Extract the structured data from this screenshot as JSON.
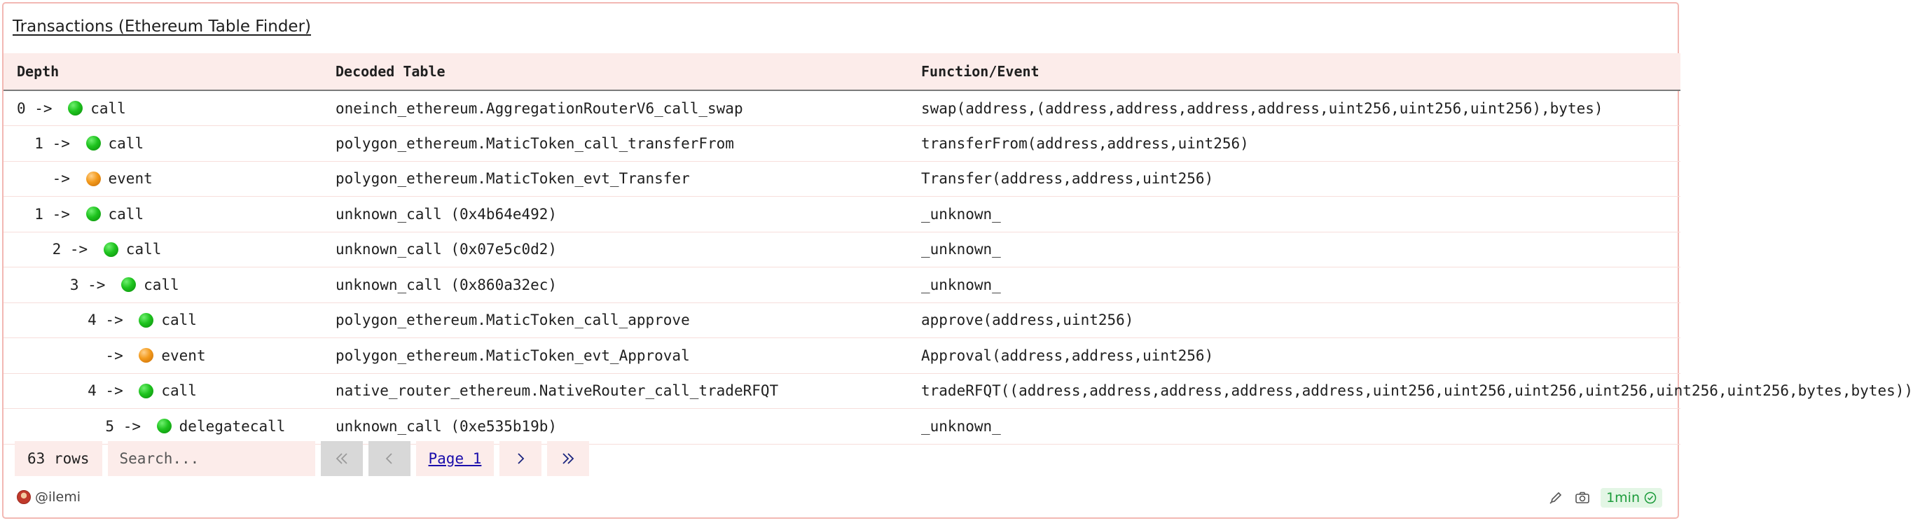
{
  "title": "Transactions (Ethereum Table Finder)",
  "table": {
    "headers": [
      "Depth",
      "Decoded Table",
      "Function/Event"
    ],
    "rows": [
      {
        "prefix": "0 -> ",
        "dot": "green",
        "kind": "call",
        "table": "oneinch_ethereum.AggregationRouterV6_call_swap",
        "fn": "swap(address,(address,address,address,address,uint256,uint256,uint256),bytes)"
      },
      {
        "prefix": "  1 -> ",
        "dot": "green",
        "kind": "call",
        "table": "polygon_ethereum.MaticToken_call_transferFrom",
        "fn": "transferFrom(address,address,uint256)"
      },
      {
        "prefix": "    -> ",
        "dot": "orange",
        "kind": "event",
        "table": "polygon_ethereum.MaticToken_evt_Transfer",
        "fn": "Transfer(address,address,uint256)"
      },
      {
        "prefix": "  1 -> ",
        "dot": "green",
        "kind": "call",
        "table": "unknown_call (0x4b64e492)",
        "fn": "_unknown_"
      },
      {
        "prefix": "    2 -> ",
        "dot": "green",
        "kind": "call",
        "table": "unknown_call (0x07e5c0d2)",
        "fn": "_unknown_"
      },
      {
        "prefix": "      3 -> ",
        "dot": "green",
        "kind": "call",
        "table": "unknown_call (0x860a32ec)",
        "fn": "_unknown_"
      },
      {
        "prefix": "        4 -> ",
        "dot": "green",
        "kind": "call",
        "table": "polygon_ethereum.MaticToken_call_approve",
        "fn": "approve(address,uint256)"
      },
      {
        "prefix": "          -> ",
        "dot": "orange",
        "kind": "event",
        "table": "polygon_ethereum.MaticToken_evt_Approval",
        "fn": "Approval(address,address,uint256)"
      },
      {
        "prefix": "        4 -> ",
        "dot": "green",
        "kind": "call",
        "table": "native_router_ethereum.NativeRouter_call_tradeRFQT",
        "fn": "tradeRFQT((address,address,address,address,address,uint256,uint256,uint256,uint256,uint256,uint256,bytes,bytes))"
      },
      {
        "prefix": "          5 -> ",
        "dot": "green",
        "kind": "delegatecall",
        "table": "unknown_call (0xe535b19b)",
        "fn": "_unknown_"
      }
    ]
  },
  "footer": {
    "rows_count": "63 rows",
    "search_placeholder": "Search...",
    "page_label": "Page 1"
  },
  "user": "@ilemi",
  "freshness": "1min",
  "colors": {
    "accent_bg": "#fcecea",
    "border": "#f2b8b3",
    "call_dot": "#1ec31e",
    "event_dot": "#f39a1c",
    "fresh": "#1b9b3a"
  }
}
